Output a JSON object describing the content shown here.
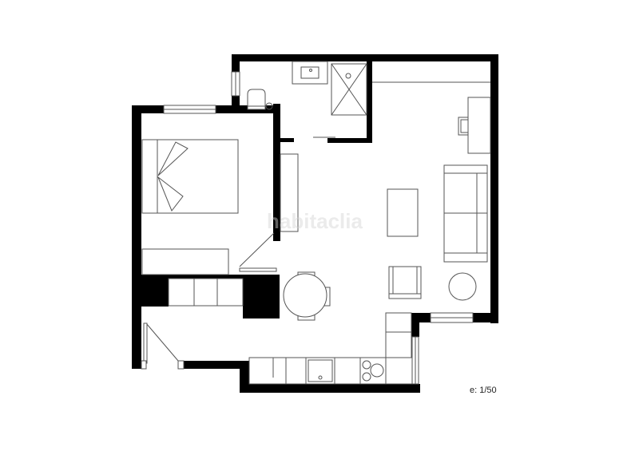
{
  "plan": {
    "scale_label": "e: 1/50",
    "watermark": "habitaclia",
    "colors": {
      "wall": "#000000",
      "furniture_line": "#555555",
      "background": "#ffffff"
    },
    "rooms": [
      {
        "id": "bathroom",
        "fixtures": [
          "toilet",
          "washbasin",
          "shower"
        ]
      },
      {
        "id": "bedroom",
        "fixtures": [
          "double-bed",
          "wardrobe",
          "window"
        ]
      },
      {
        "id": "living-room",
        "fixtures": [
          "sofa",
          "coffee-table",
          "armchair",
          "round-side-table",
          "desk",
          "chair",
          "window"
        ]
      },
      {
        "id": "dining",
        "fixtures": [
          "round-table",
          "chairs"
        ]
      },
      {
        "id": "kitchen",
        "fixtures": [
          "counter",
          "sink",
          "cooktop",
          "fridge",
          "window"
        ]
      },
      {
        "id": "hall",
        "fixtures": [
          "entrance-door",
          "storage-cabinets"
        ]
      }
    ]
  }
}
